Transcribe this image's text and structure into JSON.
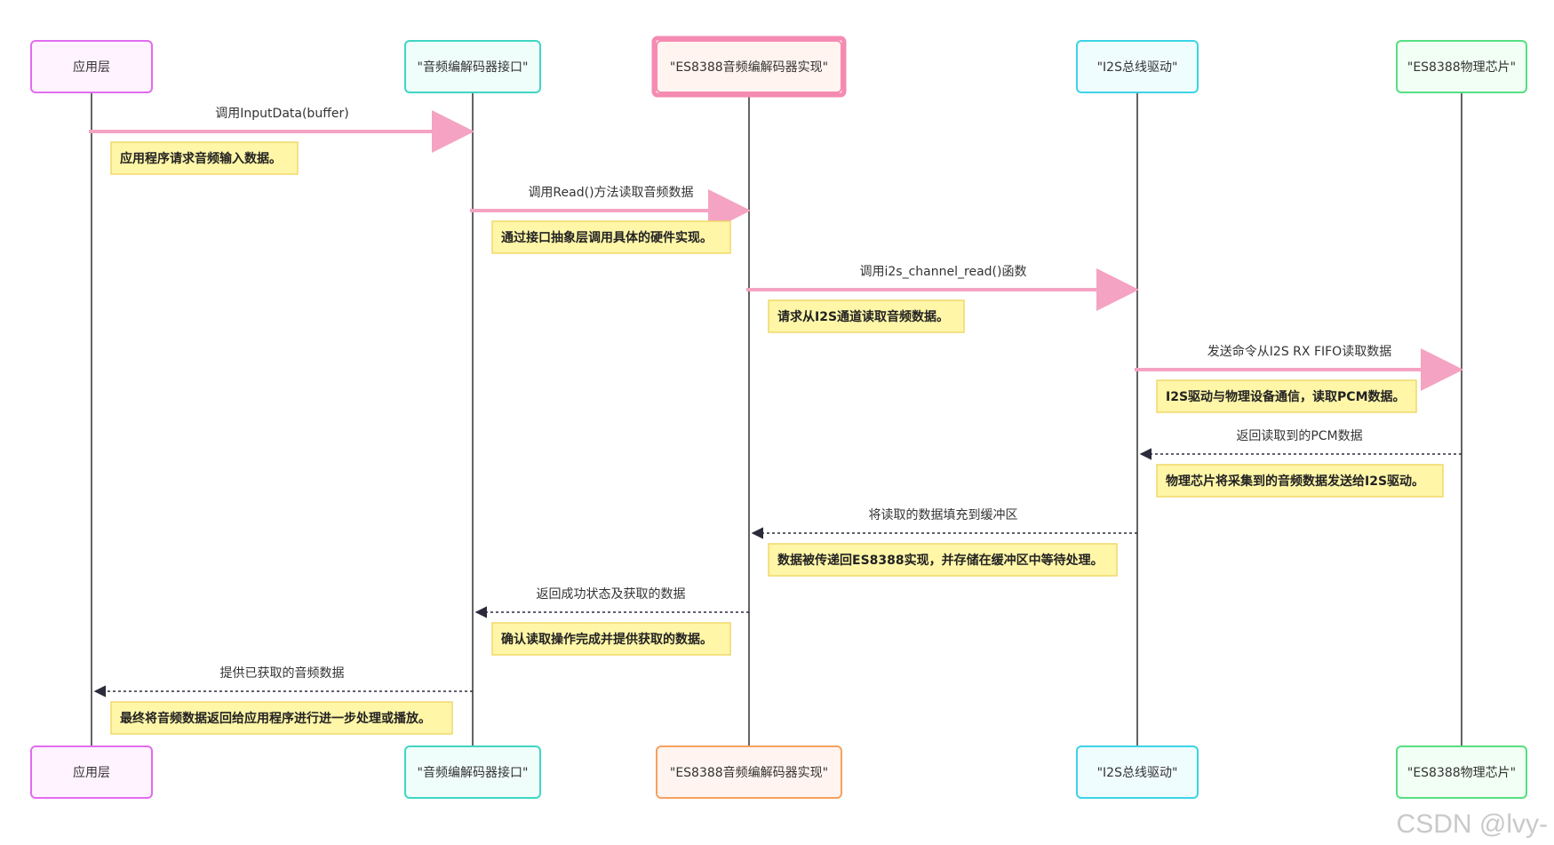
{
  "participants": [
    {
      "label": "应用层",
      "stroke": "#e26cf0",
      "fill": "#fff3ff"
    },
    {
      "label": "\"音频编解码器接口\"",
      "stroke": "#3fd6c4",
      "fill": "#effdfb"
    },
    {
      "label": "\"ES8388音频编解码器实现\"",
      "stroke": "#f58bb2",
      "fill": "#fff4ef",
      "bottom_stroke": "#f7a15e"
    },
    {
      "label": "\"I2S总线驱动\"",
      "stroke": "#3cd4e6",
      "fill": "#f0fdff"
    },
    {
      "label": "\"ES8388物理芯片\"",
      "stroke": "#55df82",
      "fill": "#f1fff4"
    }
  ],
  "messages": [
    {
      "from": 0,
      "to": 1,
      "label": "调用InputData(buffer)",
      "style": "solid",
      "note": "应用程序请求音频输入数据。"
    },
    {
      "from": 1,
      "to": 2,
      "label": "调用Read()方法读取音频数据",
      "style": "solid",
      "note": "通过接口抽象层调用具体的硬件实现。"
    },
    {
      "from": 2,
      "to": 3,
      "label": "调用i2s_channel_read()函数",
      "style": "solid",
      "note": "请求从I2S通道读取音频数据。"
    },
    {
      "from": 3,
      "to": 4,
      "label": "发送命令从I2S RX FIFO读取数据",
      "style": "solid",
      "note": "I2S驱动与物理设备通信，读取PCM数据。"
    },
    {
      "from": 4,
      "to": 3,
      "label": "返回读取到的PCM数据",
      "style": "dashed",
      "note": "物理芯片将采集到的音频数据发送给I2S驱动。"
    },
    {
      "from": 3,
      "to": 2,
      "label": "将读取的数据填充到缓冲区",
      "style": "dashed",
      "note": "数据被传递回ES8388实现，并存储在缓冲区中等待处理。"
    },
    {
      "from": 2,
      "to": 1,
      "label": "返回成功状态及获取的数据",
      "style": "dashed",
      "note": "确认读取操作完成并提供获取的数据。"
    },
    {
      "from": 1,
      "to": 0,
      "label": "提供已获取的音频数据",
      "style": "dashed",
      "note": "最终将音频数据返回给应用程序进行进一步处理或播放。"
    }
  ],
  "colors": {
    "solid_arrow": "#f5a3c2",
    "dashed_arrow": "#2b2b3b",
    "lifeline": "#222222",
    "note_fill": "#fff6a8",
    "note_stroke": "#f0d86a",
    "highlight": "#fde4ef"
  },
  "watermark": "CSDN @lvy-"
}
